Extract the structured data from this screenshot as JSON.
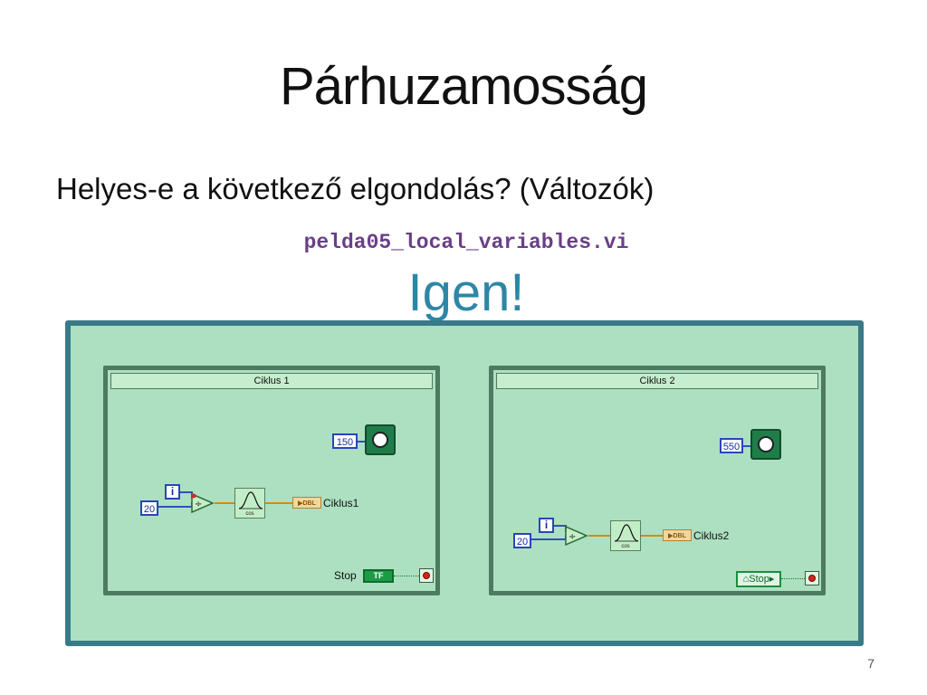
{
  "slide": {
    "title": "Párhuzamosság",
    "question": "Helyes-e a következő elgondolás? (Változók)",
    "filename": "pelda05_local_variables.vi",
    "answer": "Igen!",
    "page_number": "7"
  },
  "diagram": {
    "loop1": {
      "title": "Ciklus 1",
      "wait_ms": "150",
      "divisor": "20",
      "iteration_label": "i",
      "divide_symbol": "÷",
      "cos_label": "cos",
      "indicator_type": "DBL",
      "indicator_label": "Ciklus1",
      "stop_label": "Stop",
      "stop_control_text": "TF"
    },
    "loop2": {
      "title": "Ciklus 2",
      "wait_ms": "550",
      "divisor": "20",
      "iteration_label": "i",
      "divide_symbol": "÷",
      "cos_label": "cos",
      "indicator_type": "DBL",
      "indicator_label": "Ciklus2",
      "stop_local_text": "Stop"
    }
  },
  "colors": {
    "accent_answer": "#2e86a6",
    "filename_color": "#6a3f86",
    "diagram_bg": "#ade0c1",
    "diagram_border": "#3a7a88"
  },
  "icons": [
    "wait-ms-icon",
    "cos-function-icon",
    "divide-icon",
    "stop-terminal-icon"
  ]
}
